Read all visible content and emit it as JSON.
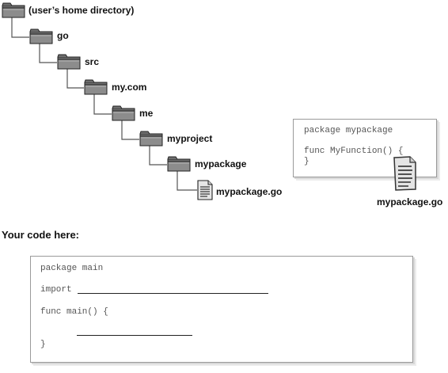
{
  "tree": {
    "nodes": [
      {
        "label": "(user’s home directory)",
        "icon": "folder-icon"
      },
      {
        "label": "go",
        "icon": "folder-icon"
      },
      {
        "label": "src",
        "icon": "folder-icon"
      },
      {
        "label": "my.com",
        "icon": "folder-icon"
      },
      {
        "label": "me",
        "icon": "folder-icon"
      },
      {
        "label": "myproject",
        "icon": "folder-icon"
      },
      {
        "label": "mypackage",
        "icon": "folder-icon"
      },
      {
        "label": "mypackage.go",
        "icon": "file-icon"
      }
    ]
  },
  "file_card": {
    "lines": [
      "package mypackage",
      "",
      "func MyFunction() {",
      "}"
    ],
    "filename": "mypackage.go"
  },
  "exercise": {
    "heading": "Your code here:",
    "line_package": "package main",
    "line_import": "import",
    "line_func": "func main() {",
    "line_close": "}"
  },
  "colors": {
    "folder_fill": "#8c8c8c",
    "folder_tab": "#6e6e6e",
    "connector": "#555555"
  }
}
